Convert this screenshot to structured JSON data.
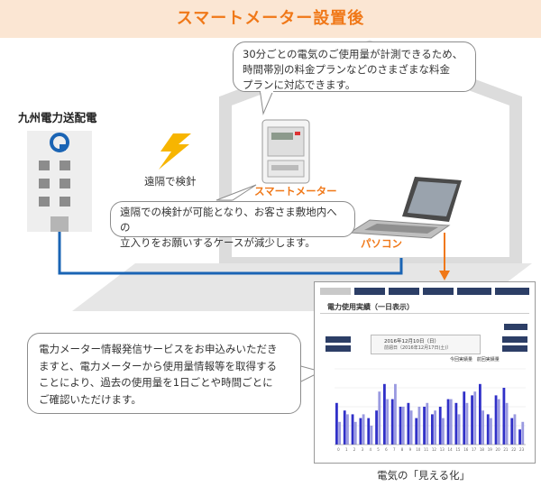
{
  "header": {
    "title": "スマートメーター設置後"
  },
  "power_company": {
    "label": "九州電力送配電"
  },
  "remote_reading": {
    "label": "遠隔で検針"
  },
  "smart_meter": {
    "label": "スマートメーター"
  },
  "pc": {
    "label": "パソコン"
  },
  "bubble_meter": {
    "line1": "30分ごとの電気のご使用量が計測できるため、",
    "line2": "時間帯別の料金プランなどのさまざまな料金",
    "line3": "プランに対応できます。"
  },
  "bubble_remote": {
    "line1": "遠隔での検針が可能となり、お客さま敷地内への",
    "line2": "立入りをお願いするケースが減少します。"
  },
  "bubble_service": {
    "line1": "電力メーター情報発信サービスをお申込みいただき",
    "line2": "ますと、電力メーターから使用量情報等を取得する",
    "line3": "ことにより、過去の使用量を1日ごとや時間ごとに",
    "line4": "ご確認いただけます。"
  },
  "screenshot": {
    "title": "電力使用実績（一日表示）",
    "date_line1": "2016年12月10日（日）",
    "date_line2": "前週日（2016年12月17日(土)）",
    "caption": "電気の「見える化」",
    "legend": [
      "今回実績量",
      "前回実績量"
    ]
  },
  "colors": {
    "accent": "#f07818",
    "line_blue": "#1a64b4",
    "house_gray": "#e8e8e8",
    "bar_dark": "#3030c8",
    "bar_light": "#9a9ae0"
  },
  "chart_data": {
    "type": "bar",
    "categories": [
      "0",
      "1",
      "2",
      "3",
      "4",
      "5",
      "6",
      "7",
      "8",
      "9",
      "10",
      "11",
      "12",
      "13",
      "14",
      "15",
      "16",
      "17",
      "18",
      "19",
      "20",
      "21",
      "22",
      "23"
    ],
    "series": [
      {
        "name": "今回実績量",
        "values": [
          0.55,
          0.45,
          0.4,
          0.35,
          0.35,
          0.45,
          0.8,
          0.6,
          0.5,
          0.55,
          0.35,
          0.5,
          0.4,
          0.5,
          0.6,
          0.55,
          0.7,
          0.65,
          0.8,
          0.4,
          0.65,
          0.75,
          0.35,
          0.2
        ]
      },
      {
        "name": "前回実績量",
        "values": [
          0.3,
          0.4,
          0.3,
          0.4,
          0.25,
          0.7,
          0.6,
          0.8,
          0.5,
          0.45,
          0.5,
          0.55,
          0.45,
          0.35,
          0.6,
          0.4,
          0.55,
          0.7,
          0.45,
          0.35,
          0.6,
          0.55,
          0.4,
          0.3
        ]
      }
    ],
    "ylim": [
      0,
      1
    ]
  }
}
